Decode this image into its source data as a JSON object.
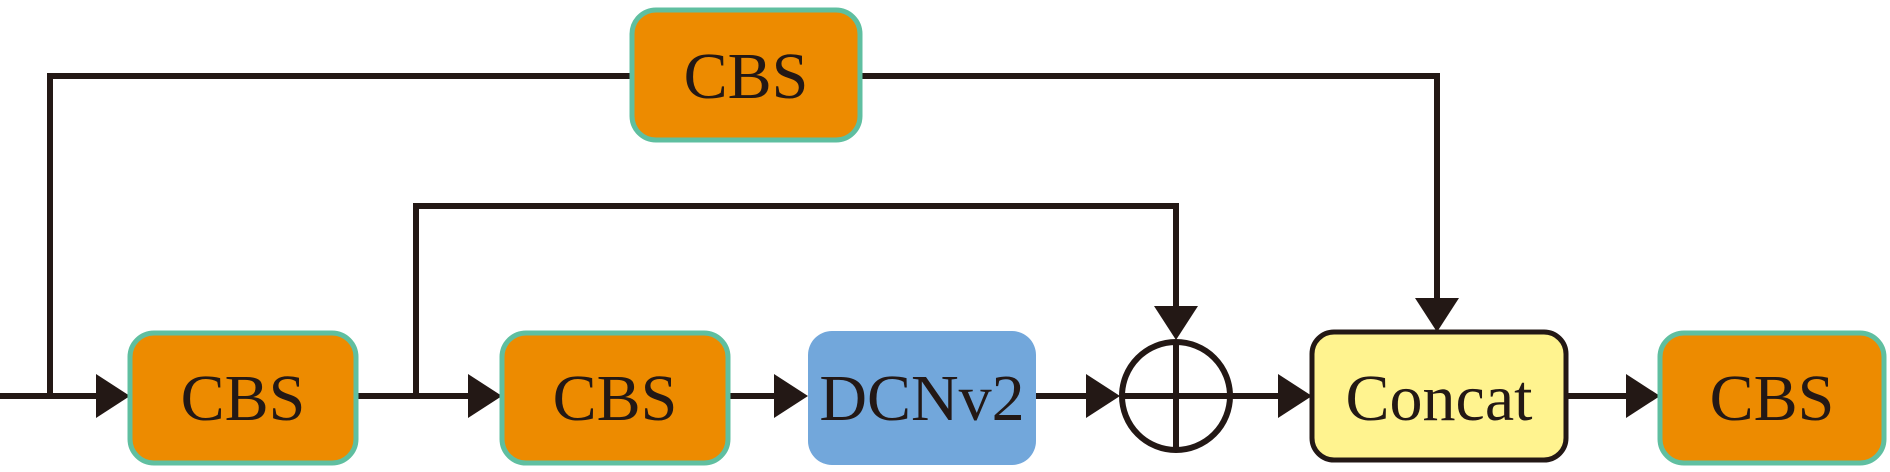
{
  "nodes": {
    "cbs_top": {
      "label": "CBS"
    },
    "cbs_1": {
      "label": "CBS"
    },
    "cbs_2": {
      "label": "CBS"
    },
    "dcnv2": {
      "label": "DCNv2"
    },
    "add": {
      "label": ""
    },
    "concat": {
      "label": "Concat"
    },
    "cbs_out": {
      "label": "CBS"
    }
  },
  "colors": {
    "cbs_fill": "#ED8B00",
    "cbs_border": "#5FBFA0",
    "dcnv2_fill": "#72A7DB",
    "concat_fill": "#FFF38F",
    "concat_border": "#231815",
    "line": "#231815"
  }
}
